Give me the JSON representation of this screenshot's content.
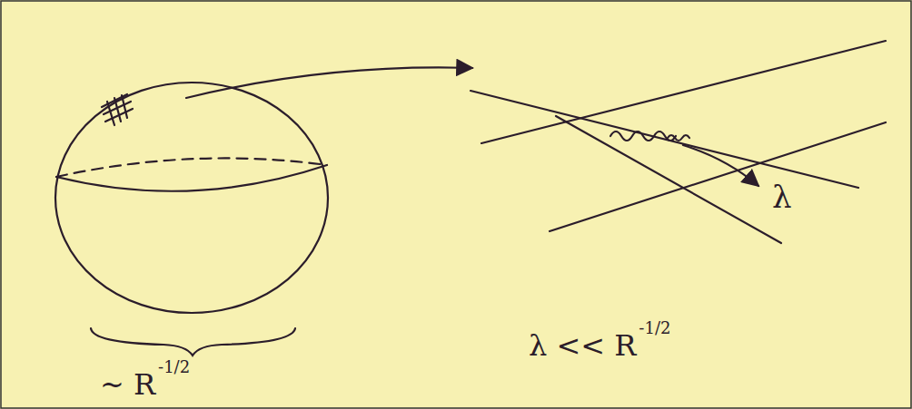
{
  "diagram": {
    "labels": [
      "λ",
      "λ << R",
      "-1/2",
      "~ R",
      "-1/2"
    ]
  }
}
